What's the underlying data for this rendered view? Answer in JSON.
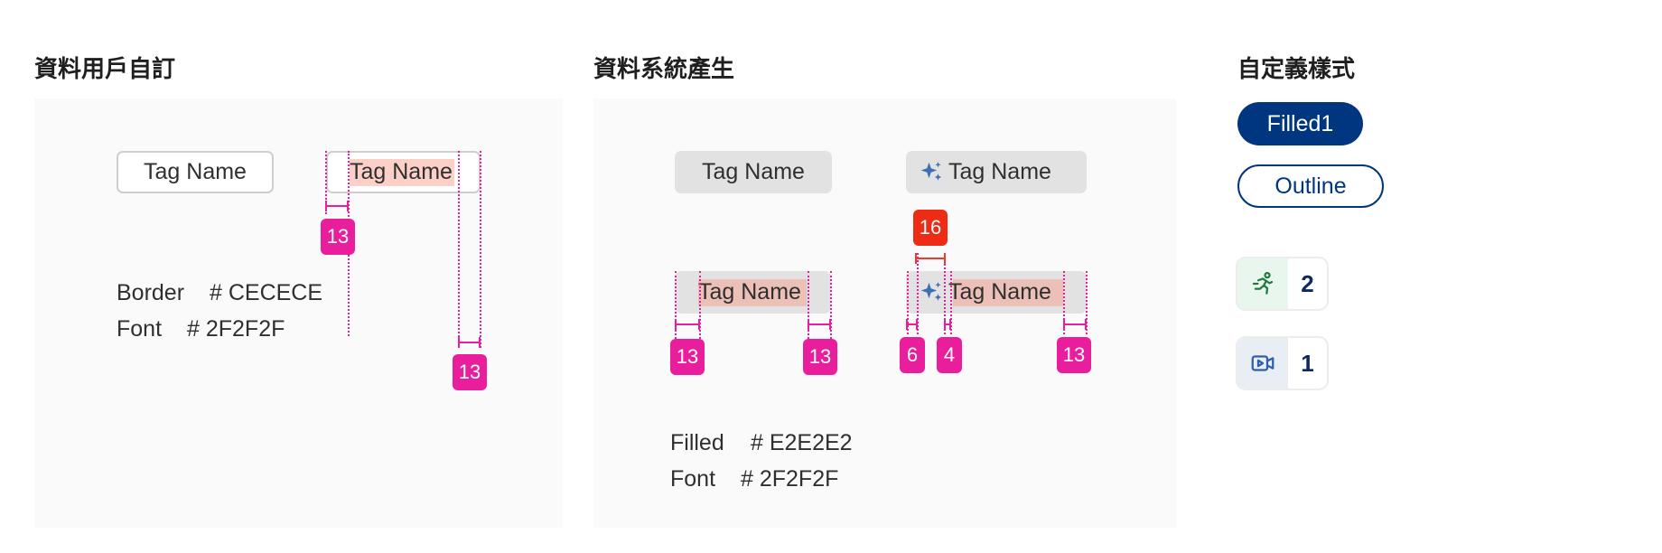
{
  "sections": [
    {
      "title": "資料用戶自訂"
    },
    {
      "title": "資料系統產生"
    },
    {
      "title": "自定義樣式"
    }
  ],
  "user_defined": {
    "tag_label": "Tag Name",
    "spec_tag_label": "Tag Name",
    "padding_left": "13",
    "padding_right": "13",
    "border_label": "Border",
    "border_value": "# CECECE",
    "font_label": "Font",
    "font_value": "# 2F2F2F"
  },
  "system_generated": {
    "tag_label": "Tag Name",
    "ai_tag_label": "Tag Name",
    "spec_tag_label": "Tag Name",
    "spec_ai_tag_label": "Tag Name",
    "icon_size": "16",
    "padding_left": "13",
    "padding_right": "13",
    "ai_padding_left": "6",
    "ai_gap": "4",
    "ai_padding_right": "13",
    "filled_label": "Filled",
    "filled_value": "# E2E2E2",
    "font_label": "Font",
    "font_value": "# 2F2F2F"
  },
  "custom_styles": {
    "filled_chip": "Filled1",
    "outline_chip": "Outline",
    "counter_run": {
      "icon": "running-person-icon",
      "count": "2"
    },
    "counter_video": {
      "icon": "video-play-icon",
      "count": "1"
    }
  },
  "colors": {
    "border": "#CECECE",
    "font": "#2F2F2F",
    "filled": "#E2E2E2",
    "brand": "#003580",
    "spec_magenta": "#E91E9C",
    "spec_red": "#EE2B14",
    "ai_sparkle": "#3D6FB4",
    "run_bg": "#E9F6EE",
    "run_icon": "#1F7A3D",
    "video_bg": "#E9EEF5",
    "video_icon": "#2E5FA8"
  }
}
